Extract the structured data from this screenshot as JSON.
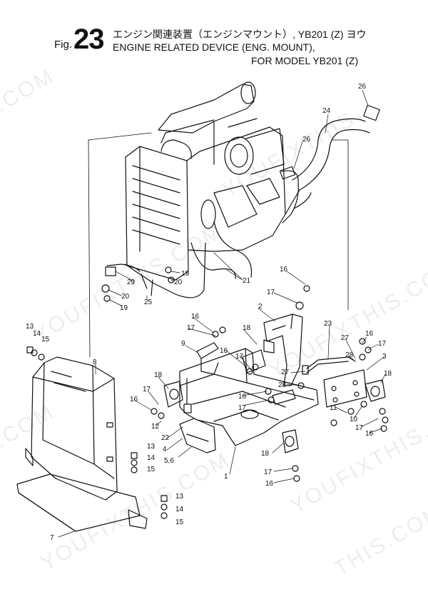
{
  "header": {
    "fig_prefix": "Fig.",
    "fig_number": "23",
    "title_jp": "エンジン関連装置（エンジンマウント）, YB201 (Z) ヨウ",
    "title_en_line1": "ENGINE RELATED DEVICE (ENG. MOUNT),",
    "title_en_line2": "FOR MODEL YB201 (Z)"
  },
  "watermark": {
    "text_a": "YOUFIXTHIS.COM",
    "text_b": "YOUFIXTHIS",
    "text_c": ".COM",
    "text_d": "THIS.COM"
  },
  "callouts": {
    "c26a": "26",
    "c24": "24",
    "c26b": "26",
    "c21": "21",
    "c16a": "16",
    "c17a": "17",
    "c29": "29",
    "c19a": "19",
    "c20a": "20",
    "c20b": "20",
    "c19b": "19",
    "c25": "25",
    "c2": "2",
    "c16b": "16",
    "c17b": "17",
    "c18a": "18",
    "c9": "9",
    "c16c": "16",
    "c17c": "17",
    "c23": "23",
    "c27a": "27",
    "c16d": "16",
    "c17d": "17",
    "c28a": "28",
    "c3": "3",
    "c13a": "13",
    "c14a": "14",
    "c15a": "15",
    "c8": "8",
    "c18b": "18",
    "c27b": "27",
    "c28b": "28",
    "c18c": "18",
    "c16e": "16",
    "c17e": "17",
    "c12": "12",
    "c22": "22",
    "c4": "4",
    "c56": "5,6",
    "c16f": "16",
    "c17f": "17",
    "c11": "11",
    "c10": "10",
    "c17g": "17",
    "c16g": "16",
    "c13b": "13",
    "c14b": "14",
    "c15b": "15",
    "c18d": "18",
    "c1": "1",
    "c17h": "17",
    "c16h": "16",
    "c13c": "13",
    "c14c": "14",
    "c15c": "15",
    "c7": "7"
  }
}
